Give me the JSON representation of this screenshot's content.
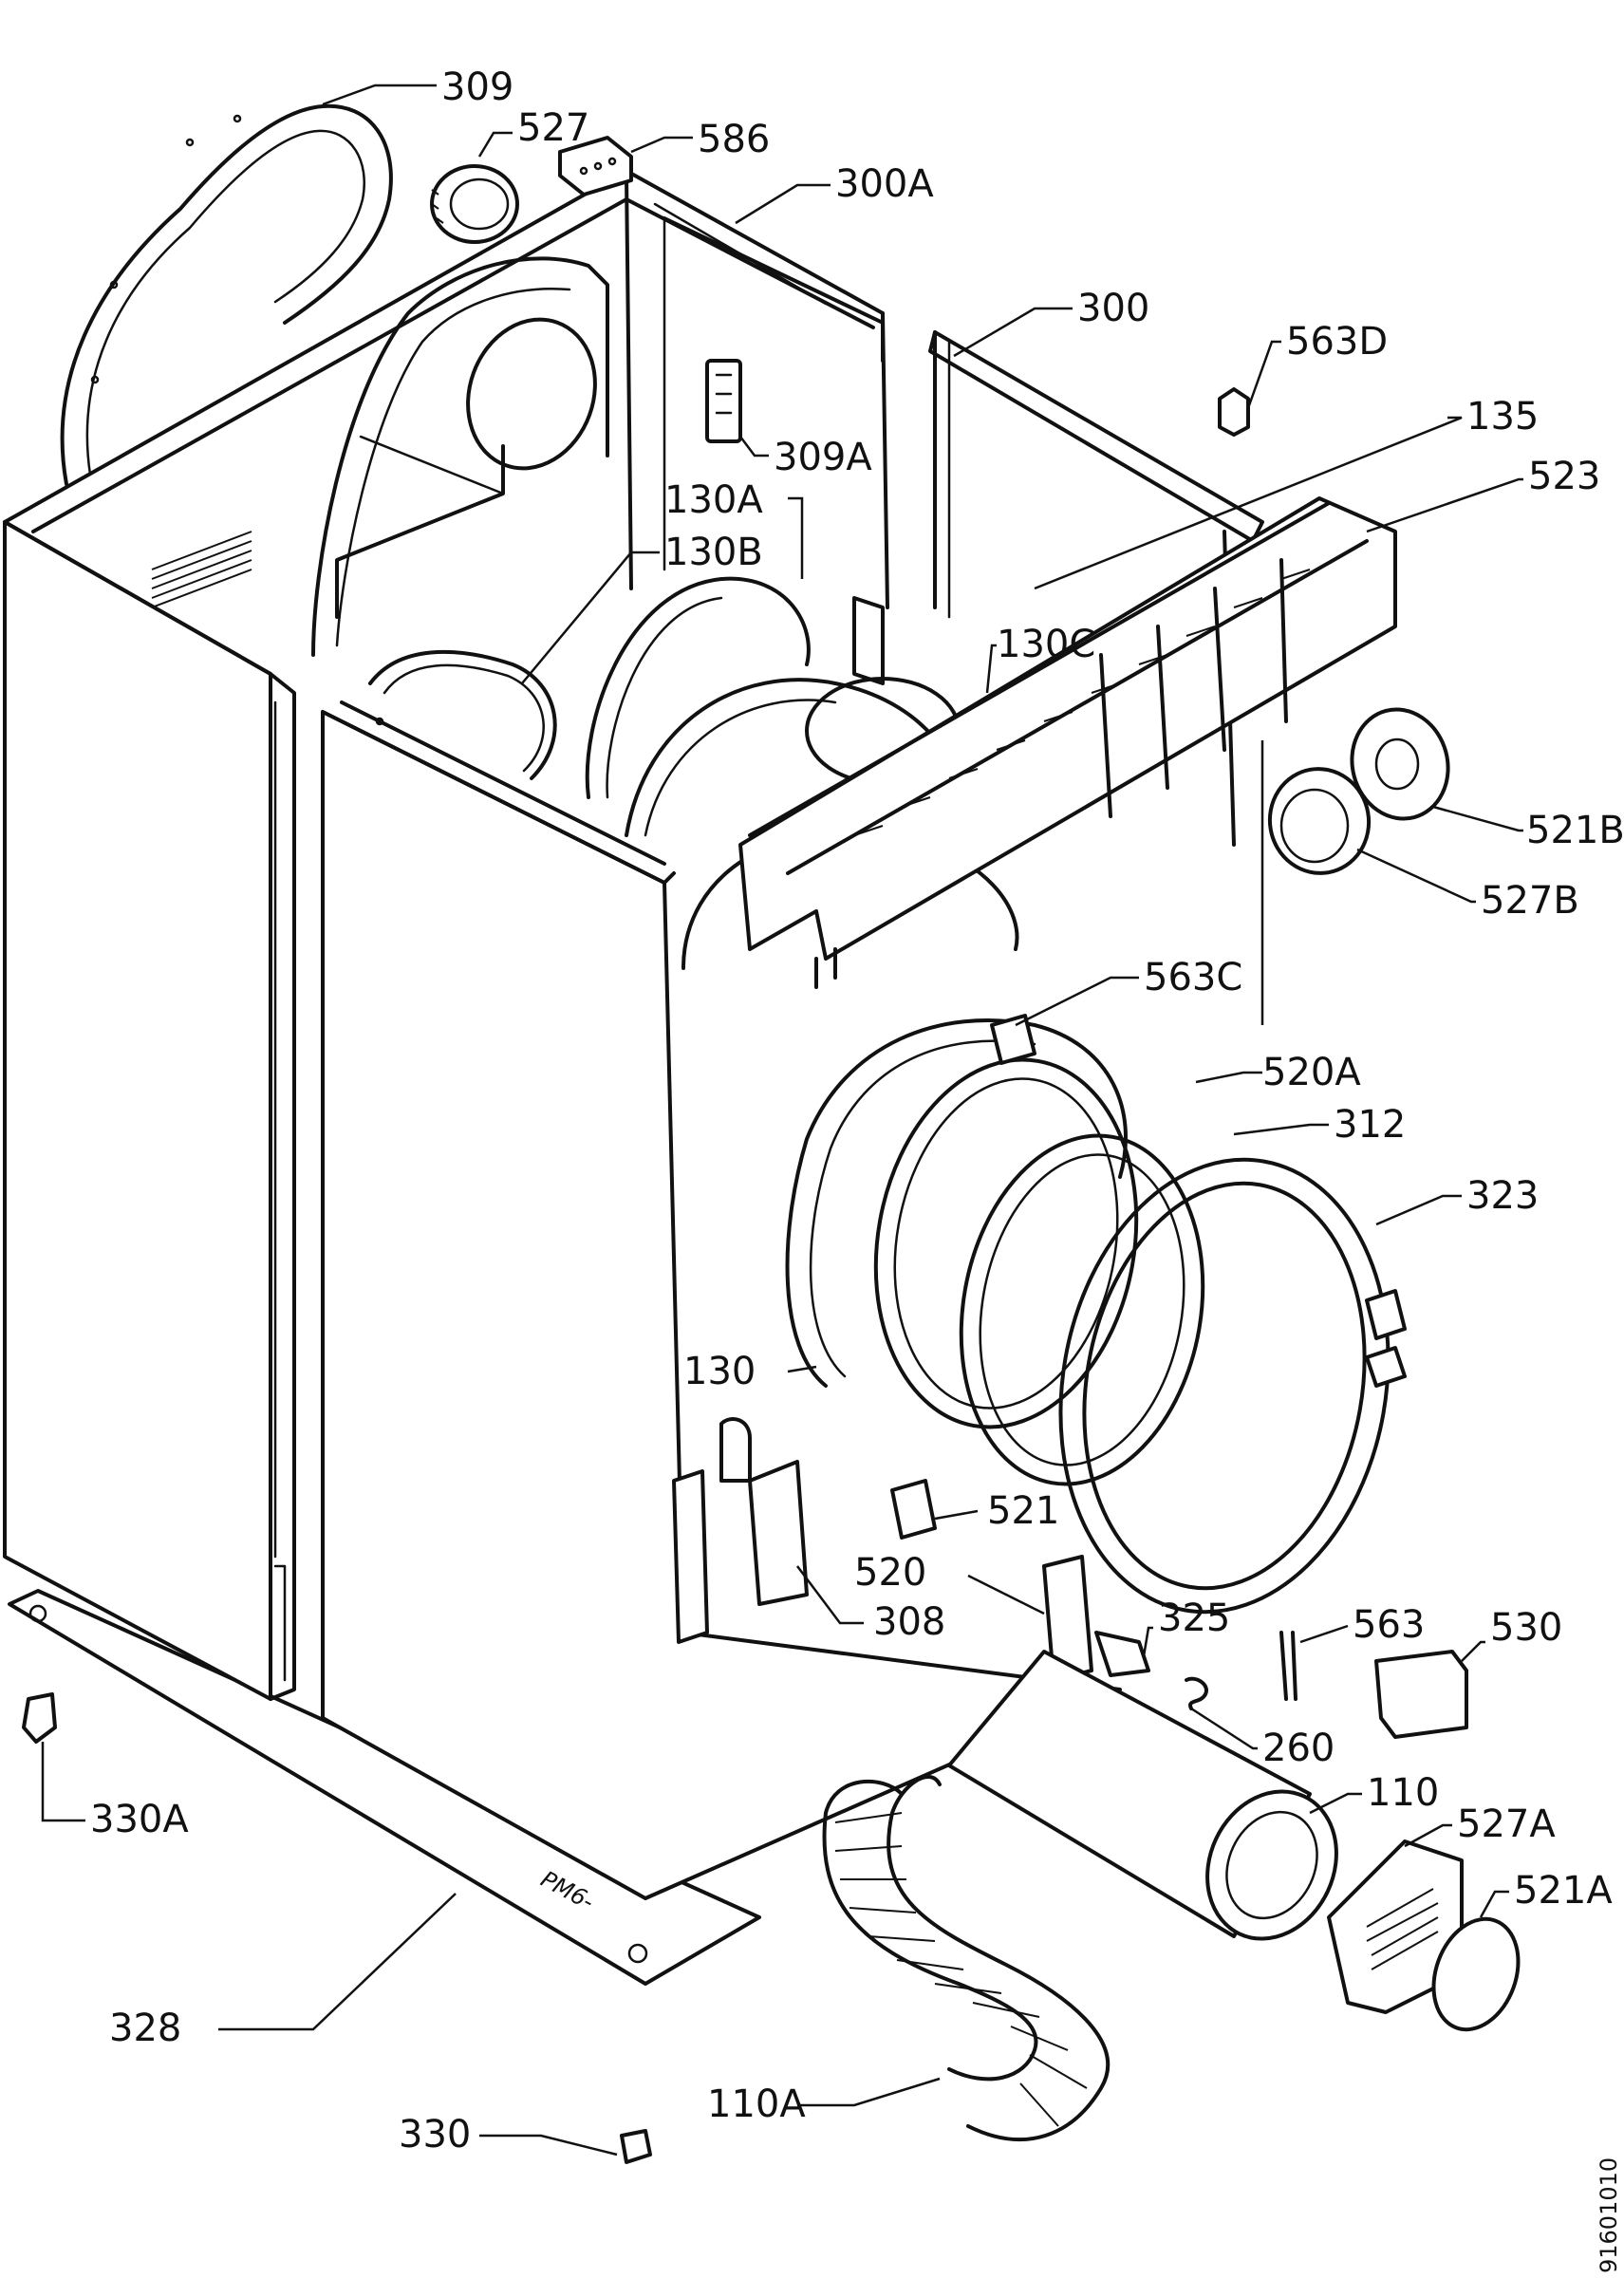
{
  "labels": {
    "l309": "309",
    "l527": "527",
    "l586": "586",
    "l300A": "300A",
    "l300": "300",
    "l563D": "563D",
    "l135": "135",
    "l523": "523",
    "l309A": "309A",
    "l130A": "130A",
    "l130B": "130B",
    "l130C": "130C",
    "l521B": "521B",
    "l527B": "527B",
    "l563C": "563C",
    "l520A": "520A",
    "l312": "312",
    "l323": "323",
    "l130": "130",
    "l521": "521",
    "l520": "520",
    "l308": "308",
    "l325": "325",
    "l563": "563",
    "l530": "530",
    "l260": "260",
    "l110": "110",
    "l527A": "527A",
    "l521A": "521A",
    "l330A": "330A",
    "l328": "328",
    "l330": "330",
    "l110A": "110A"
  },
  "cabinet_marking": "PM6-",
  "sheet_id": "91601010"
}
